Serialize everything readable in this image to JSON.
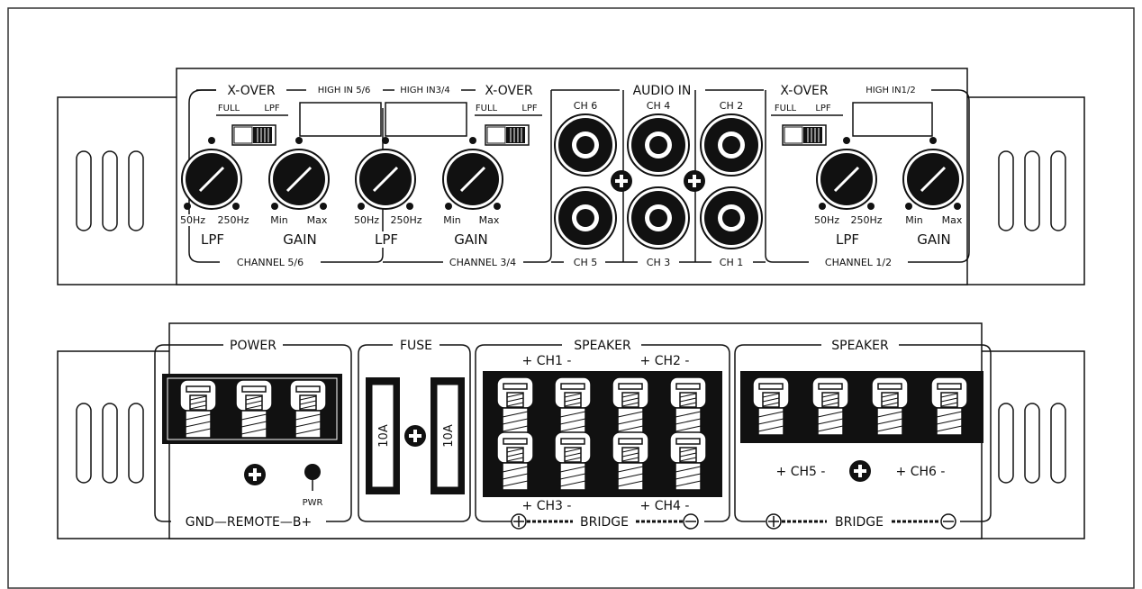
{
  "top_panel": {
    "xover_label": "X-OVER",
    "full_label": "FULL",
    "lpf_switch_label": "LPF",
    "high_in_56": "HIGH IN 5/6",
    "high_in_34": "HIGH IN3/4",
    "high_in_12": "HIGH IN1/2",
    "audio_in": "AUDIO IN",
    "knob_50hz": "50Hz",
    "knob_250hz": "250Hz",
    "knob_min": "Min",
    "knob_max": "Max",
    "lpf_label": "LPF",
    "gain_label": "GAIN",
    "channel_56": "CHANNEL 5/6",
    "channel_34": "CHANNEL 3/4",
    "channel_12": "CHANNEL 1/2",
    "rca_top": [
      "CH 6",
      "CH 4",
      "CH 2"
    ],
    "rca_bottom": [
      "CH 5",
      "CH 3",
      "CH 1"
    ]
  },
  "bottom_panel": {
    "power_label": "POWER",
    "fuse_label": "FUSE",
    "speaker_label": "SPEAKER",
    "fuse_rating": "10A",
    "pwr_label": "PWR",
    "power_terminals": "GND—REMOTE—B+",
    "ch1": "+  CH1 -",
    "ch2": "+ CH2  -",
    "ch3": "+  CH3 -",
    "ch4": "+ CH4  -",
    "ch5": "+  CH5 -",
    "ch6": "+ CH6  -",
    "bridge": "BRIDGE"
  }
}
